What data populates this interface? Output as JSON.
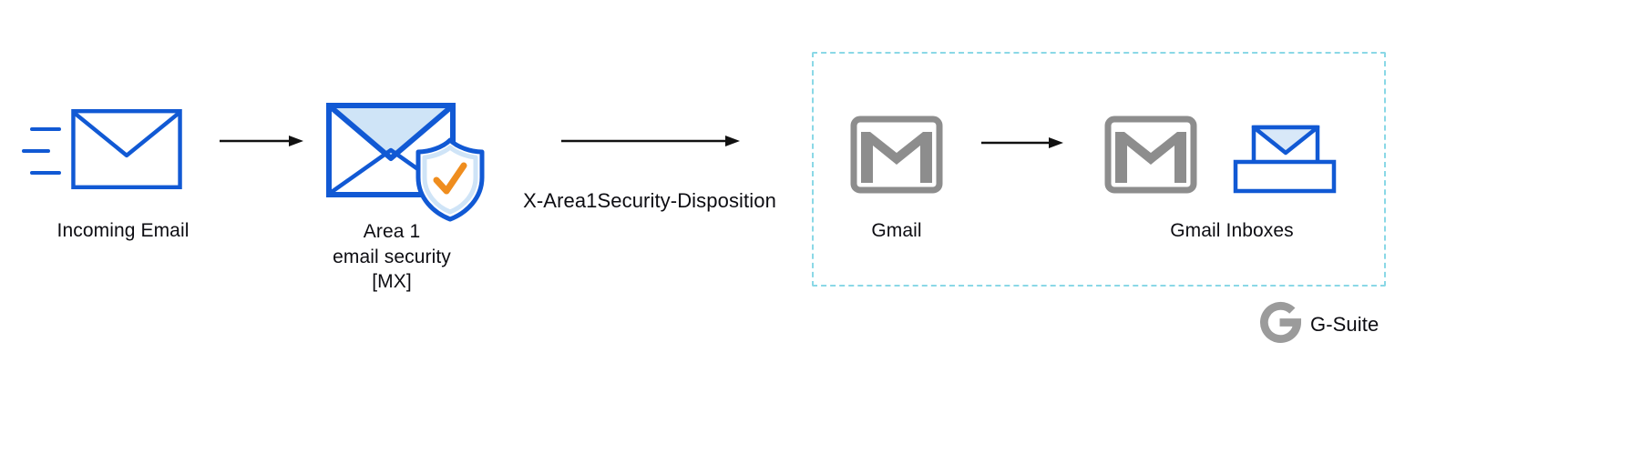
{
  "diagram": {
    "nodes": {
      "incoming_email": {
        "label": "Incoming Email"
      },
      "area1": {
        "lines": [
          "Area 1",
          "email security",
          "[MX]"
        ]
      },
      "gmail": {
        "label": "Gmail"
      },
      "gmail_inboxes": {
        "label": "Gmail Inboxes"
      }
    },
    "arrow_label": "X-Area1Security-Disposition",
    "footer": {
      "brand": "G-Suite"
    },
    "icons": {
      "speed_lines": "speed-lines-icon",
      "incoming_envelope": "envelope-icon",
      "area1_envelope": "envelope-icon",
      "area1_shield": "shield-check-icon",
      "gmail": "gmail-m-icon",
      "gmail_inbox": "inbox-envelope-icon",
      "gsuite": "g-logo-icon",
      "arrows": "right-arrow-icon"
    },
    "colors": {
      "envelope_blue": "#1159d4",
      "envelope_light_blue": "#cfe4f7",
      "check_orange": "#ef8d1e",
      "gmail_gray": "#8d8d8d",
      "dashed_border_cyan": "#8ad8e6",
      "arrow_black": "#111111",
      "text": "#0d0d12",
      "background": "#ffffff"
    }
  }
}
